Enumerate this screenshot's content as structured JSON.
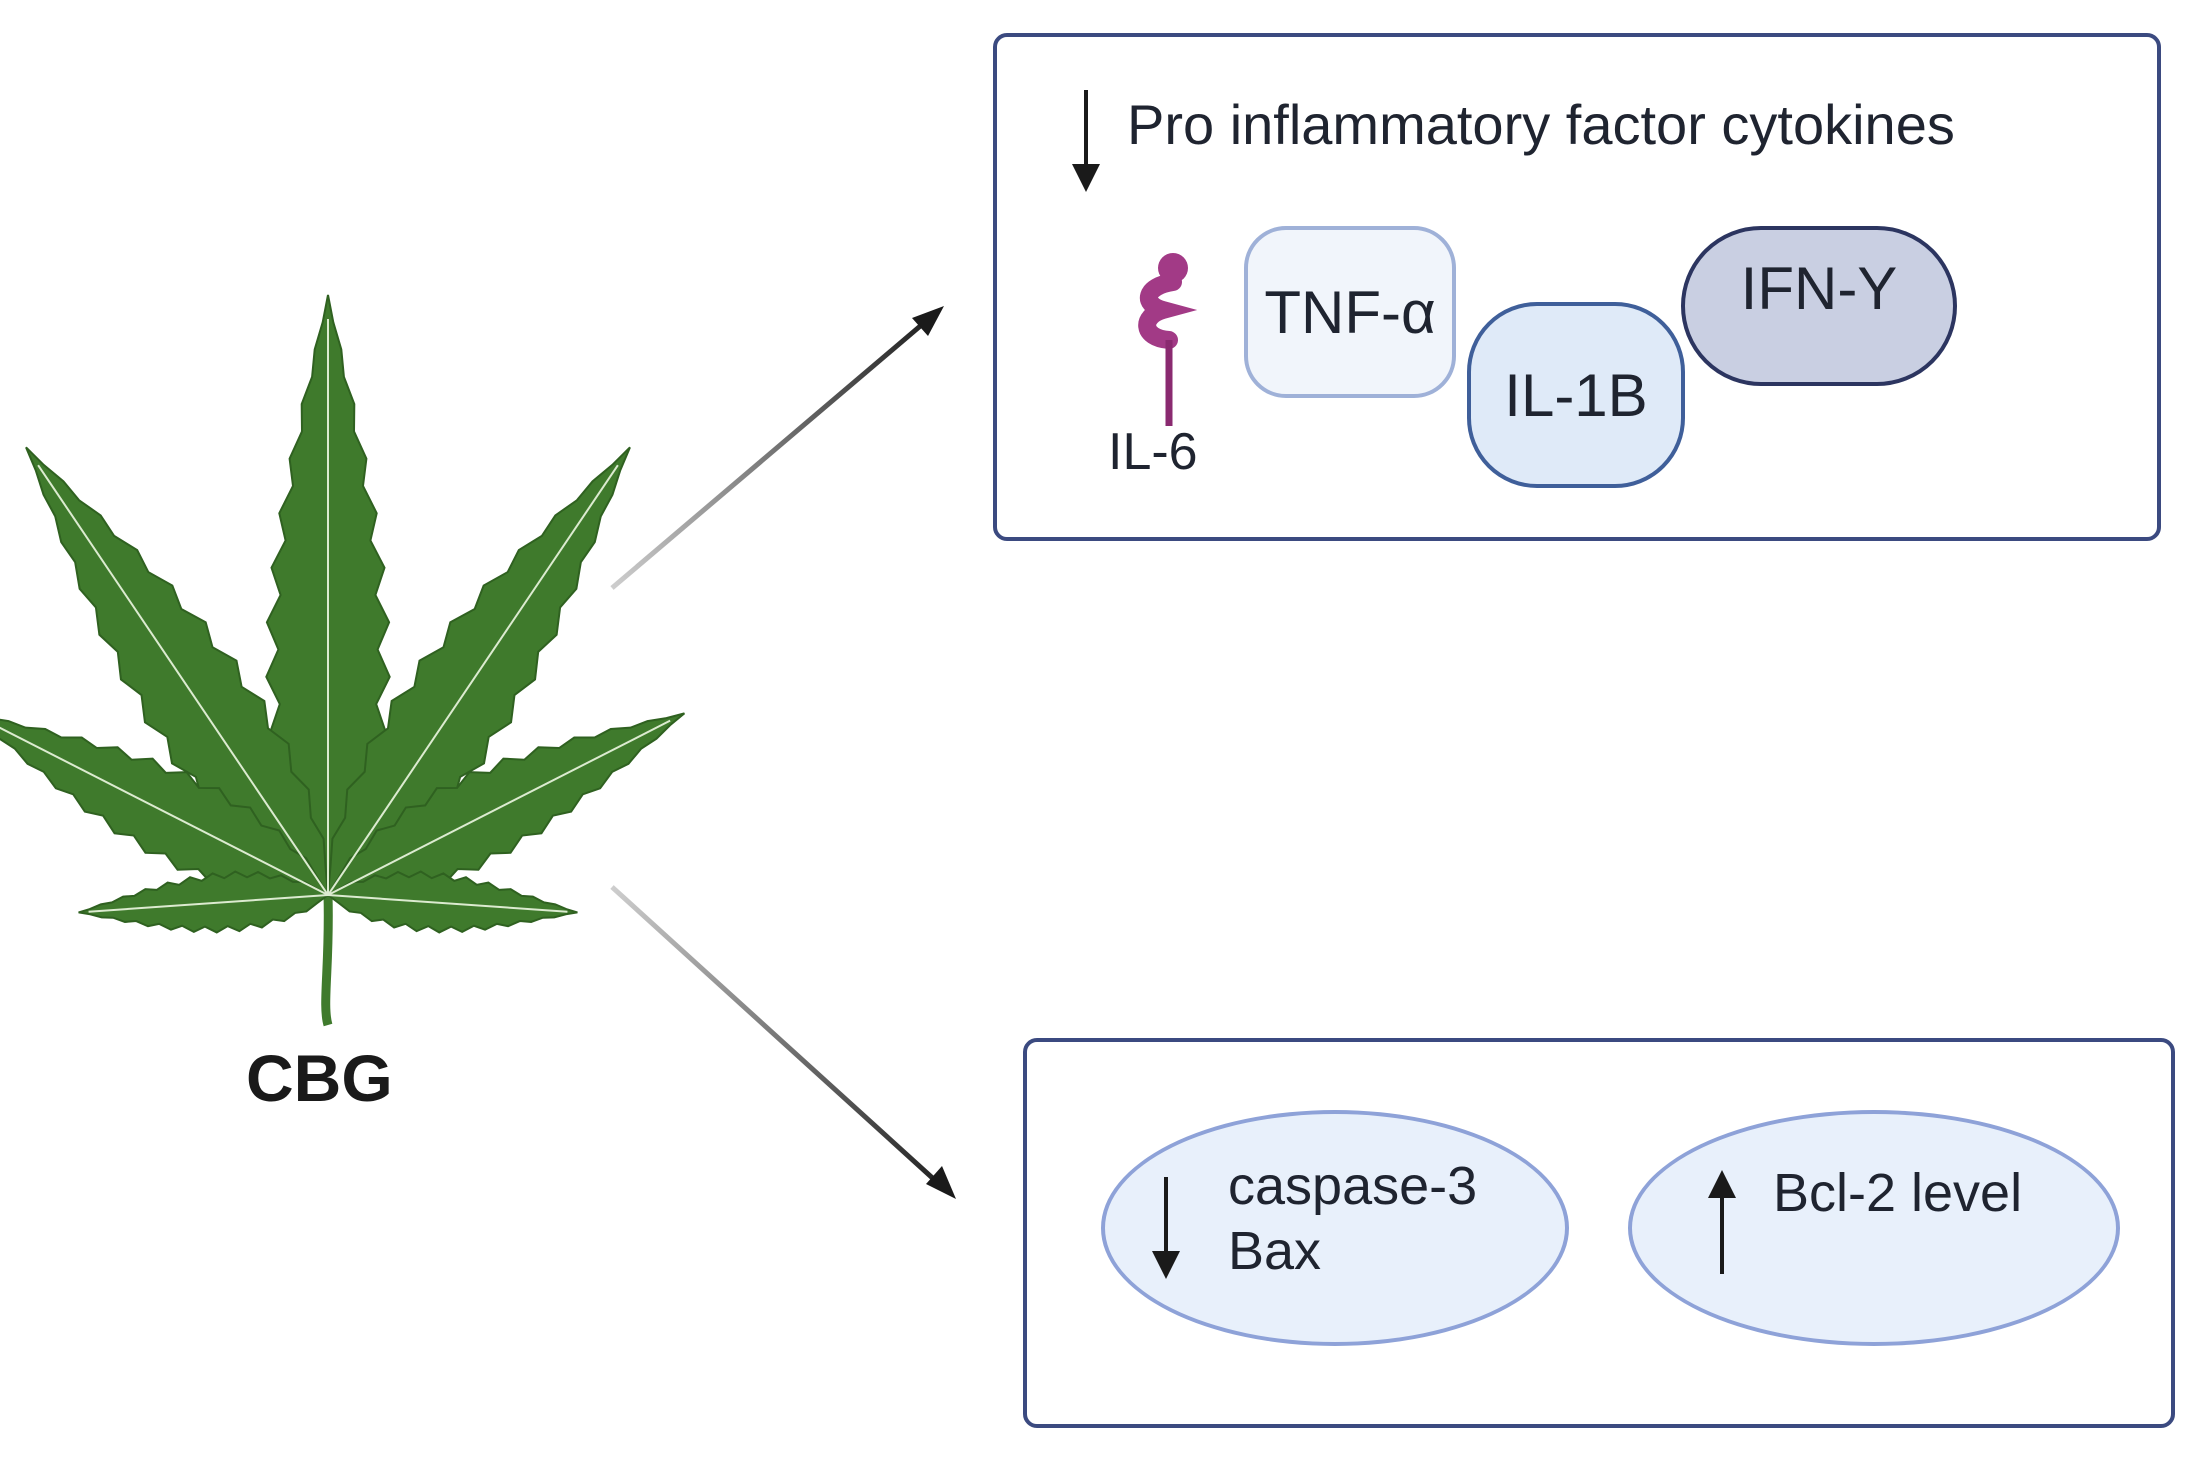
{
  "label": "CBG",
  "inflammation_box": {
    "heading": "Pro inflammatory factor cytokines",
    "heading_direction": "decrease",
    "cytokines": {
      "il6": "IL-6",
      "tnf": "TNF-α",
      "il1b": "IL-1B",
      "ifn": "IFN-Y"
    }
  },
  "apoptosis_box": {
    "left_oval": {
      "direction": "decrease",
      "line1": "caspase-3",
      "line2": "Bax"
    },
    "right_oval": {
      "direction": "increase",
      "label": "Bcl-2 level"
    }
  },
  "colors": {
    "box_border": "#3b4a80",
    "leaf": "#3f7a2c",
    "leaf_vein": "#cfe3c0",
    "il6_protein": "#a23a86",
    "tnf_fill": "#f1f5fb",
    "il1b_fill": "#dfeaf8",
    "ifn_fill": "#c9cfe2",
    "oval_fill": "#e8f0fb"
  },
  "icons": [
    "cannabis-leaf-icon",
    "il6-protein-icon",
    "down-arrow-icon",
    "up-arrow-icon",
    "arrow-icon"
  ]
}
